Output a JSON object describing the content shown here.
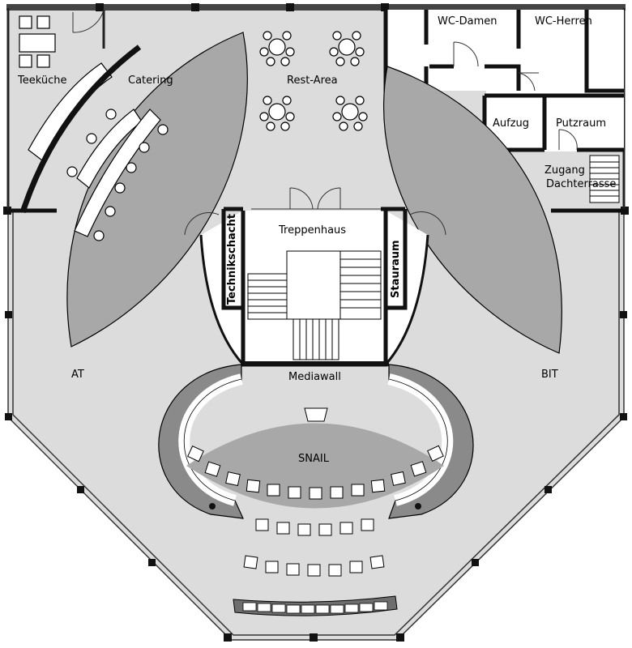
{
  "plan": {
    "rooms": {
      "teekueche": "Teeküche",
      "catering": "Catering",
      "rest_area": "Rest-Area",
      "wc_damen": "WC-Damen",
      "wc_herren": "WC-Herren",
      "aufzug": "Aufzug",
      "putzraum": "Putzraum",
      "zugang_line1": "Zugang",
      "zugang_line2": "Dachterrasse",
      "treppenhaus": "Treppenhaus",
      "technikschacht": "Technikschacht",
      "stauraum": "Stauraum",
      "mediawall": "Mediawall",
      "at": "AT",
      "bit": "BIT",
      "snail": "SNAIL"
    }
  }
}
